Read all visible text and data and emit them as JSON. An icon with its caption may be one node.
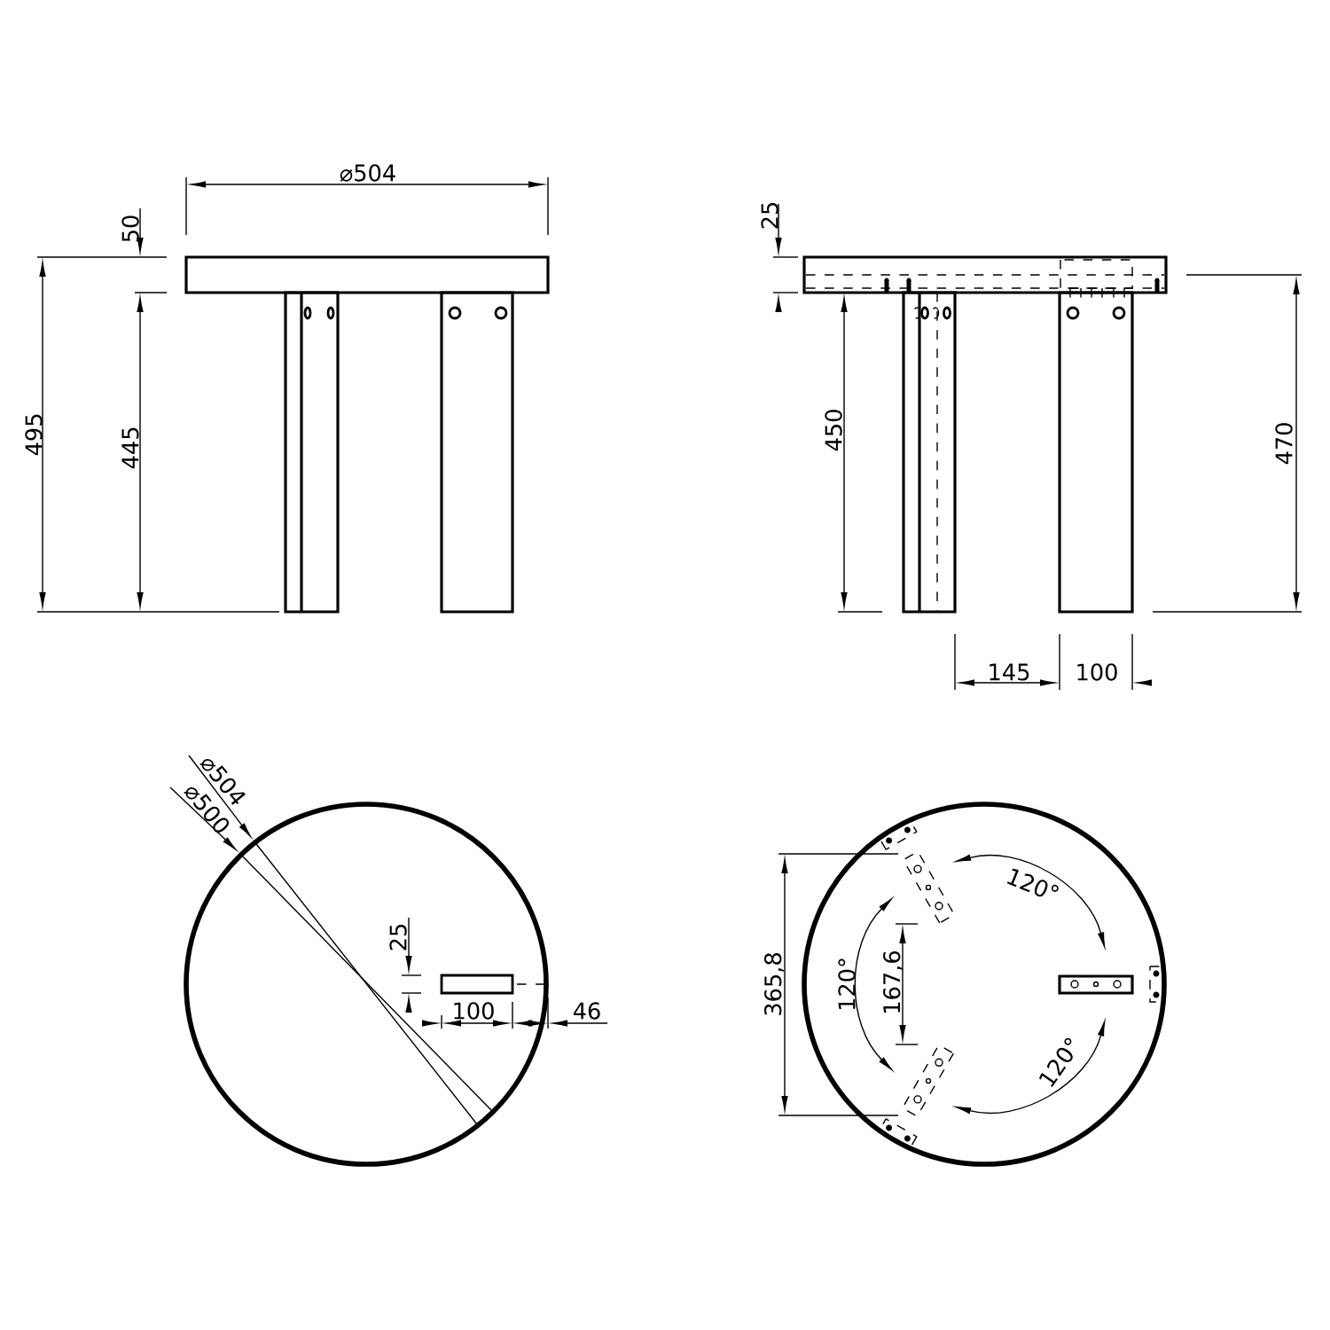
{
  "diagram": {
    "labels": [
      "⌀504",
      "50",
      "25",
      "495",
      "445",
      "450",
      "470",
      "145",
      "100",
      "⌀504",
      "⌀500",
      "120°",
      "25",
      "365,8",
      "120°",
      "167,6",
      "100",
      "46",
      "120°"
    ]
  }
}
